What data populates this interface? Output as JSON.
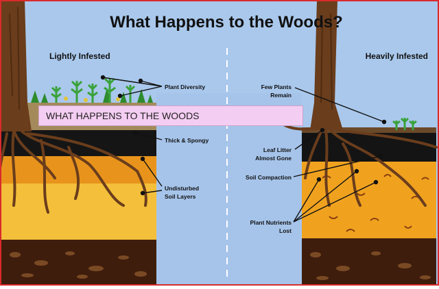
{
  "title": "What Happens to the Woods?",
  "left_heading": "Lightly Infested",
  "right_heading": "Heavily Infested",
  "labels": {
    "plant_diversity": "Plant Diversity",
    "thick_spongy": "Thick & Spongy",
    "undisturbed_line1": "Undisturbed",
    "undisturbed_line2": "Soil Layers",
    "few_plants_line1": "Few Plants",
    "few_plants_line2": "Remain",
    "leaf_litter_line1": "Leaf Litter",
    "leaf_litter_line2": "Almost Gone",
    "soil_compaction": "Soil Compaction",
    "plant_nutrients_line1": "Plant Nutrients",
    "plant_nutrients_line2": "Lost"
  },
  "overlay_text": "WHAT HAPPENS TO THE WOODS",
  "colors": {
    "sky": "#a9c8ec",
    "center_panel": "#a6c4ea",
    "topsoil_orange": "#f0a21f",
    "subsoil_yellow": "#f6c13a",
    "humus_black": "#141414",
    "bedrock_brown": "#3f1d0d",
    "tree_bark": "#6a3d1c",
    "plant_green": "#2e8b2e",
    "frame_red": "#d92a2a",
    "overlay_pink": "#f4cdf2"
  }
}
